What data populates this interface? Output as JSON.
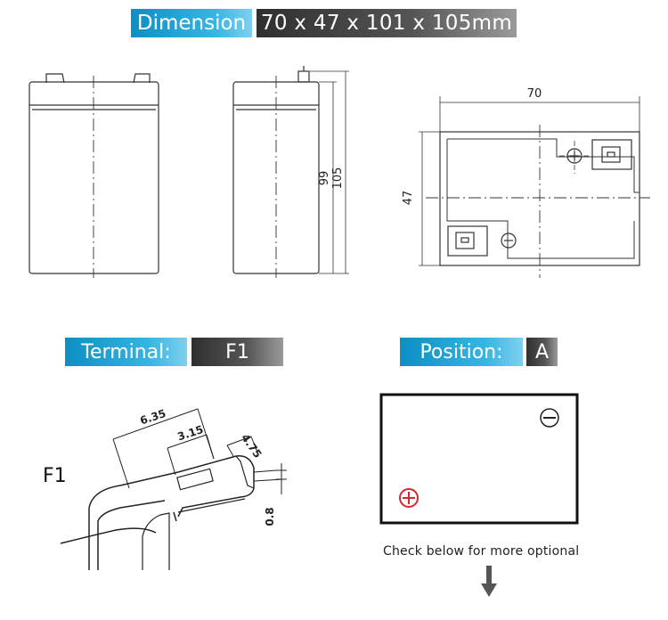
{
  "dimension": {
    "label": "Dimension",
    "value": "70 x 47 x 101 x 105mm"
  },
  "drawing": {
    "side_height_1": "99",
    "side_height_2": "105",
    "top_width": "70",
    "top_depth": "47"
  },
  "terminal": {
    "label": "Terminal:",
    "value": "F1",
    "tag": "F1",
    "dim_width": "6.35",
    "dim_hole": "3.15",
    "dim_tab": "4.75",
    "dim_thickness": "0.8"
  },
  "position": {
    "label": "Position:",
    "value": "A",
    "negative_symbol": "minus-circle",
    "positive_symbol": "plus-circle",
    "positive_color": "#d22630"
  },
  "note": "Check below for more optional"
}
